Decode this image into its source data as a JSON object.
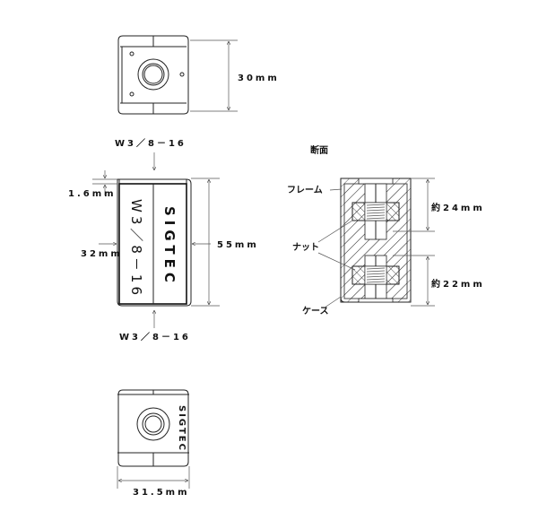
{
  "top_view": {
    "height_dim": "30mm"
  },
  "front_view": {
    "top_thread": "W3／8－16",
    "bottom_thread": "W3／8－16",
    "frame_thickness": "1.6mm",
    "width_dim": "32mm",
    "height_dim": "55mm",
    "body_text_left": "W3／8－16",
    "body_text_right": "SIGTEC"
  },
  "section_view": {
    "title": "断面",
    "label_frame": "フレーム",
    "label_nut": "ナット",
    "label_case": "ケース",
    "dim_upper": "約24mm",
    "dim_lower": "約22mm"
  },
  "bottom_view": {
    "engraving": "SIGTEC",
    "width_dim": "31.5mm"
  },
  "colors": {
    "line": "#222222",
    "background": "#ffffff"
  }
}
